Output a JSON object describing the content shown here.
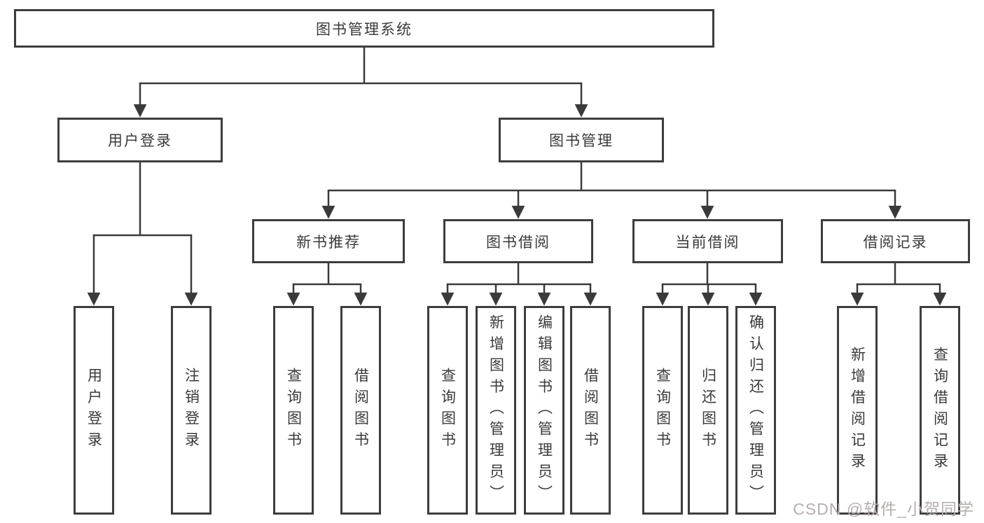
{
  "diagram": {
    "root_label": "图书管理系统",
    "branches": [
      {
        "label": "用户登录",
        "children": [
          "用户登录",
          "注销登录"
        ]
      },
      {
        "label": "图书管理",
        "groups": [
          {
            "label": "新书推荐",
            "children": [
              "查询图书",
              "借阅图书"
            ]
          },
          {
            "label": "图书借阅",
            "children": [
              "查询图书",
              "新增图书（管理员）",
              "编辑图书（管理员）",
              "借阅图书"
            ]
          },
          {
            "label": "当前借阅",
            "children": [
              "查询图书",
              "归还图书",
              "确认归还（管理员）"
            ]
          },
          {
            "label": "借阅记录",
            "children": [
              "新增借阅记录",
              "查询借阅记录"
            ]
          }
        ]
      }
    ],
    "watermark": "CSDN @软件_小贺同学",
    "colors": {
      "line": "#3a3a3a",
      "box_border": "#3d3d3d",
      "text": "#3a3a3a",
      "watermark": "#b6aeae",
      "background": "#ffffff"
    }
  }
}
